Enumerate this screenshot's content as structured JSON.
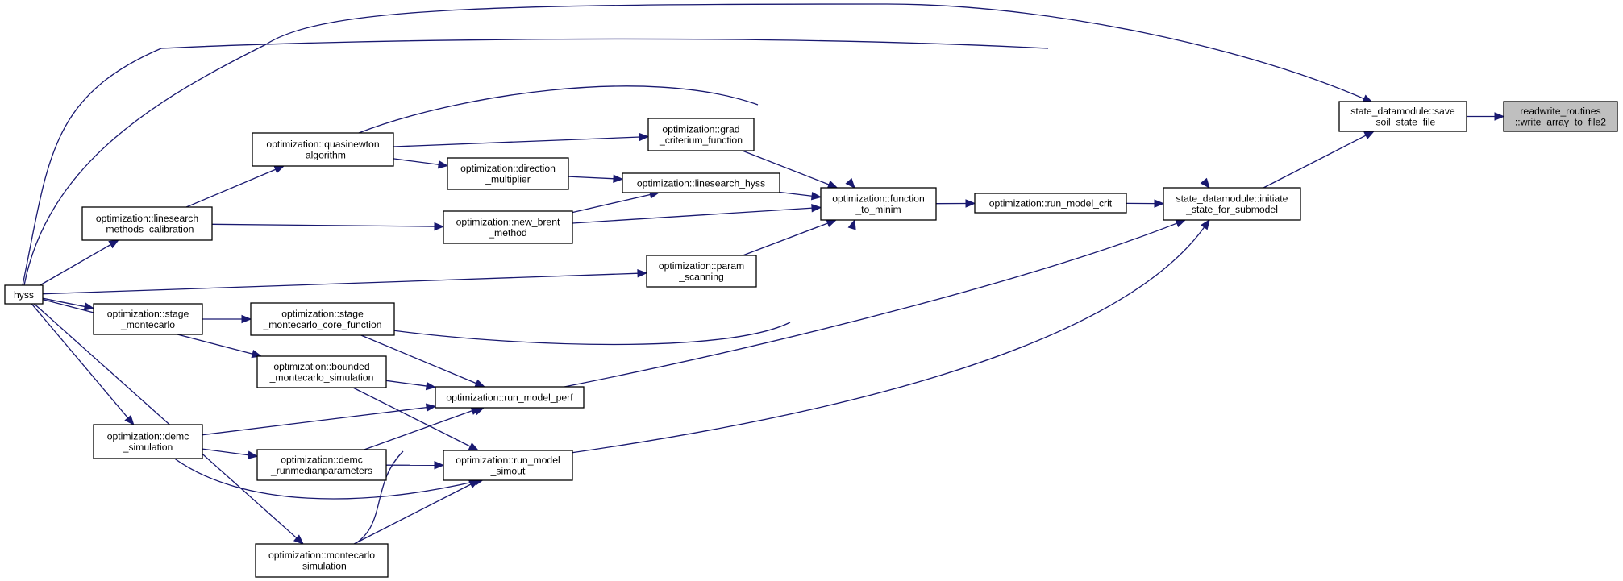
{
  "colors": {
    "edge": "#191970",
    "root_fill": "#bfbfbf",
    "node_border": "#000000"
  },
  "nodes": {
    "hyss": {
      "lines": [
        "hyss"
      ]
    },
    "linesearch_methods_calibration": {
      "lines": [
        "optimization::linesearch",
        "_methods_calibration"
      ]
    },
    "stage_montecarlo": {
      "lines": [
        "optimization::stage",
        "_montecarlo"
      ]
    },
    "demc_simulation": {
      "lines": [
        "optimization::demc",
        "_simulation"
      ]
    },
    "quasinewton_algorithm": {
      "lines": [
        "optimization::quasinewton",
        "_algorithm"
      ]
    },
    "stage_montecarlo_core_function": {
      "lines": [
        "optimization::stage",
        "_montecarlo_core_function"
      ]
    },
    "bounded_montecarlo_simulation": {
      "lines": [
        "optimization::bounded",
        "_montecarlo_simulation"
      ]
    },
    "demc_runmedianparameters": {
      "lines": [
        "optimization::demc",
        "_runmedianparameters"
      ]
    },
    "montecarlo_simulation": {
      "lines": [
        "optimization::montecarlo",
        "_simulation"
      ]
    },
    "grad_criterium_function": {
      "lines": [
        "optimization::grad",
        "_criterium_function"
      ]
    },
    "direction_multiplier": {
      "lines": [
        "optimization::direction",
        "_multiplier"
      ]
    },
    "new_brent_method": {
      "lines": [
        "optimization::new_brent",
        "_method"
      ]
    },
    "run_model_perf": {
      "lines": [
        "optimization::run_model_perf"
      ]
    },
    "run_model_simout": {
      "lines": [
        "optimization::run_model",
        "_simout"
      ]
    },
    "linesearch_hyss": {
      "lines": [
        "optimization::linesearch_hyss"
      ]
    },
    "param_scanning": {
      "lines": [
        "optimization::param",
        "_scanning"
      ]
    },
    "function_to_minim": {
      "lines": [
        "optimization::function",
        "_to_minim"
      ]
    },
    "run_model_crit": {
      "lines": [
        "optimization::run_model_crit"
      ]
    },
    "initiate_state_for_submodel": {
      "lines": [
        "state_datamodule::initiate",
        "_state_for_submodel"
      ]
    },
    "save_soil_state_file": {
      "lines": [
        "state_datamodule::save",
        "_soil_state_file"
      ]
    },
    "write_array_to_file2": {
      "lines": [
        "readwrite_routines",
        "::write_array_to_file2"
      ]
    }
  },
  "edges": [
    {
      "from": "hyss",
      "to": "save_soil_state_file"
    },
    {
      "from": "hyss",
      "to": "initiate_state_for_submodel"
    },
    {
      "from": "hyss",
      "to": "linesearch_methods_calibration"
    },
    {
      "from": "hyss",
      "to": "stage_montecarlo"
    },
    {
      "from": "hyss",
      "to": "bounded_montecarlo_simulation"
    },
    {
      "from": "hyss",
      "to": "demc_simulation"
    },
    {
      "from": "hyss",
      "to": "montecarlo_simulation"
    },
    {
      "from": "hyss",
      "to": "param_scanning"
    },
    {
      "from": "linesearch_methods_calibration",
      "to": "quasinewton_algorithm"
    },
    {
      "from": "linesearch_methods_calibration",
      "to": "new_brent_method"
    },
    {
      "from": "stage_montecarlo",
      "to": "stage_montecarlo_core_function"
    },
    {
      "from": "quasinewton_algorithm",
      "to": "grad_criterium_function"
    },
    {
      "from": "quasinewton_algorithm",
      "to": "direction_multiplier"
    },
    {
      "from": "quasinewton_algorithm",
      "to": "function_to_minim"
    },
    {
      "from": "direction_multiplier",
      "to": "linesearch_hyss"
    },
    {
      "from": "new_brent_method",
      "to": "linesearch_hyss"
    },
    {
      "from": "new_brent_method",
      "to": "function_to_minim"
    },
    {
      "from": "grad_criterium_function",
      "to": "function_to_minim"
    },
    {
      "from": "linesearch_hyss",
      "to": "function_to_minim"
    },
    {
      "from": "param_scanning",
      "to": "function_to_minim"
    },
    {
      "from": "stage_montecarlo_core_function",
      "to": "function_to_minim"
    },
    {
      "from": "stage_montecarlo_core_function",
      "to": "run_model_perf"
    },
    {
      "from": "bounded_montecarlo_simulation",
      "to": "run_model_perf"
    },
    {
      "from": "bounded_montecarlo_simulation",
      "to": "run_model_simout"
    },
    {
      "from": "demc_simulation",
      "to": "run_model_perf"
    },
    {
      "from": "demc_simulation",
      "to": "demc_runmedianparameters"
    },
    {
      "from": "demc_simulation",
      "to": "run_model_simout"
    },
    {
      "from": "demc_runmedianparameters",
      "to": "run_model_perf"
    },
    {
      "from": "demc_runmedianparameters",
      "to": "run_model_simout"
    },
    {
      "from": "montecarlo_simulation",
      "to": "run_model_perf"
    },
    {
      "from": "montecarlo_simulation",
      "to": "run_model_simout"
    },
    {
      "from": "function_to_minim",
      "to": "run_model_crit"
    },
    {
      "from": "run_model_crit",
      "to": "initiate_state_for_submodel"
    },
    {
      "from": "run_model_perf",
      "to": "initiate_state_for_submodel"
    },
    {
      "from": "run_model_simout",
      "to": "initiate_state_for_submodel"
    },
    {
      "from": "initiate_state_for_submodel",
      "to": "save_soil_state_file"
    },
    {
      "from": "save_soil_state_file",
      "to": "write_array_to_file2"
    }
  ]
}
